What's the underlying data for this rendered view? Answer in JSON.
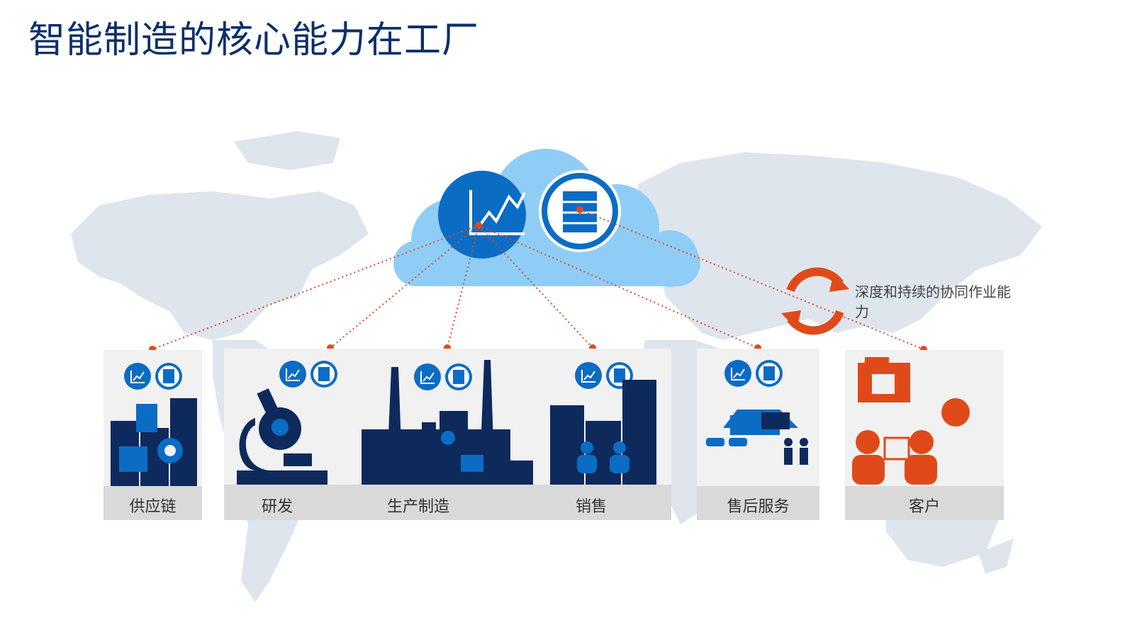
{
  "title": "智能制造的核心能力在工厂",
  "cycle_text": "深度和持续的协同作业能力",
  "stations": [
    {
      "name": "supply-chain",
      "label": "供应链"
    },
    {
      "name": "rnd",
      "label": "研发"
    },
    {
      "name": "production",
      "label": "生产制造"
    },
    {
      "name": "sales",
      "label": "销售"
    },
    {
      "name": "after-sales",
      "label": "售后服务"
    },
    {
      "name": "customer",
      "label": "客户"
    }
  ],
  "colors": {
    "title": "#0b2f6b",
    "navy": "#0e2a5c",
    "blue": "#0b6cc4",
    "cloud": "#8fcdf7",
    "orange": "#e04a1a",
    "panel": "#f1f1f2",
    "label_bar": "#d9d9da",
    "map": "#dfe5ec"
  },
  "icons": [
    "chart-icon",
    "database-icon",
    "cycle-arrows-icon",
    "city-icon",
    "microscope-icon",
    "factory-icon",
    "store-icon",
    "people-icon",
    "globe-icon"
  ]
}
